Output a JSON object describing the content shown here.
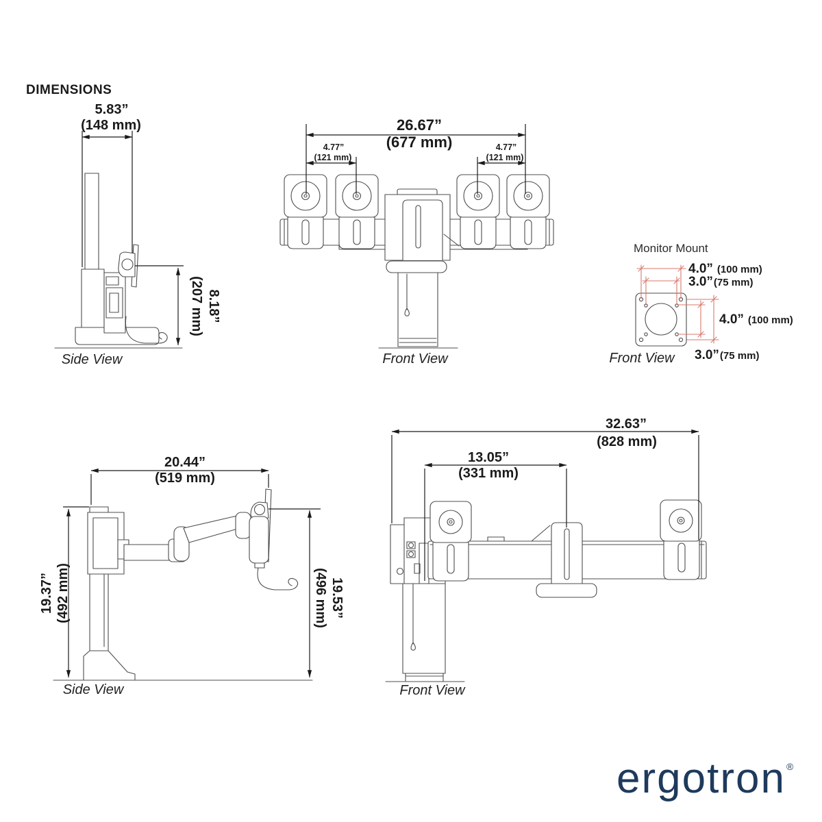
{
  "title": "DIMENSIONS",
  "colors": {
    "line": "#4d4d4d",
    "dim": "#1a1a1a",
    "red": "#d9776b",
    "logo": "#1e3a5c"
  },
  "top_side_view": {
    "label": "Side View",
    "width_in": "5.83”",
    "width_mm": "(148 mm)",
    "height_in": "8.18”",
    "height_mm": "(207 mm)"
  },
  "top_front_view": {
    "label": "Front View",
    "overall_in": "26.67”",
    "overall_mm": "(677 mm)",
    "left_offset_in": "4.77”",
    "left_offset_mm": "(121 mm)",
    "right_offset_in": "4.77”",
    "right_offset_mm": "(121 mm)"
  },
  "monitor_mount": {
    "title": "Monitor Mount",
    "label": "Front View",
    "top_outer_in": "4.0”",
    "top_outer_mm": "(100 mm)",
    "top_inner_in": "3.0”",
    "top_inner_mm": "(75 mm)",
    "right_in": "4.0”",
    "right_mm": "(100 mm)",
    "bottom_in": "3.0”",
    "bottom_mm": "(75 mm)"
  },
  "bottom_side_view": {
    "label": "Side View",
    "depth_in": "20.44”",
    "depth_mm": "(519 mm)",
    "left_height_in": "19.37”",
    "left_height_mm": "(492 mm)",
    "right_height_in": "19.53”",
    "right_height_mm": "(496 mm)"
  },
  "bottom_front_view": {
    "label": "Front View",
    "overall_in": "32.63”",
    "overall_mm": "(828 mm)",
    "center_in": "13.05”",
    "center_mm": "(331 mm)"
  },
  "brand": {
    "name": "ergotron",
    "registered": "®"
  }
}
